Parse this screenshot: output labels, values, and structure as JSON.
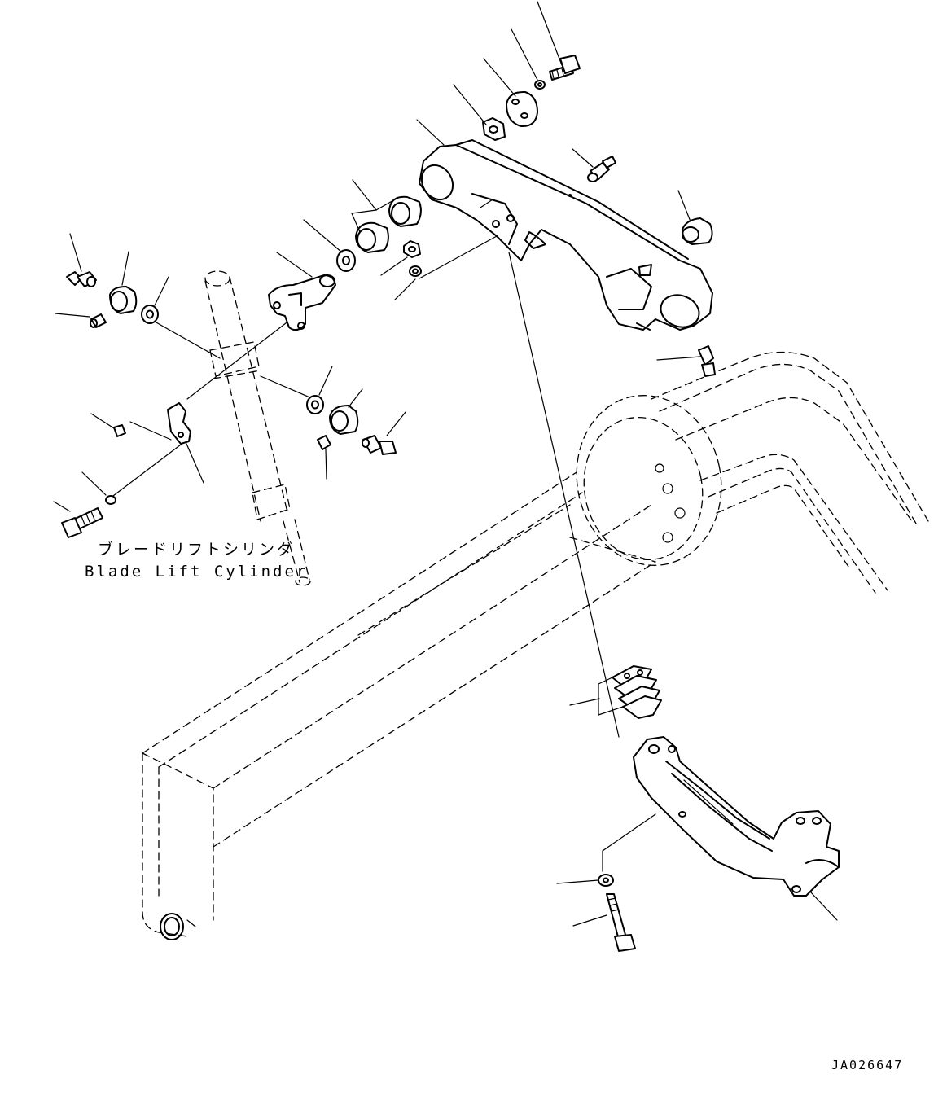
{
  "labels": {
    "cylinder_jp": "ブレードリフトシリンダ",
    "cylinder_en": "Blade Lift Cylinder",
    "drawing_ref": "JA026647"
  }
}
